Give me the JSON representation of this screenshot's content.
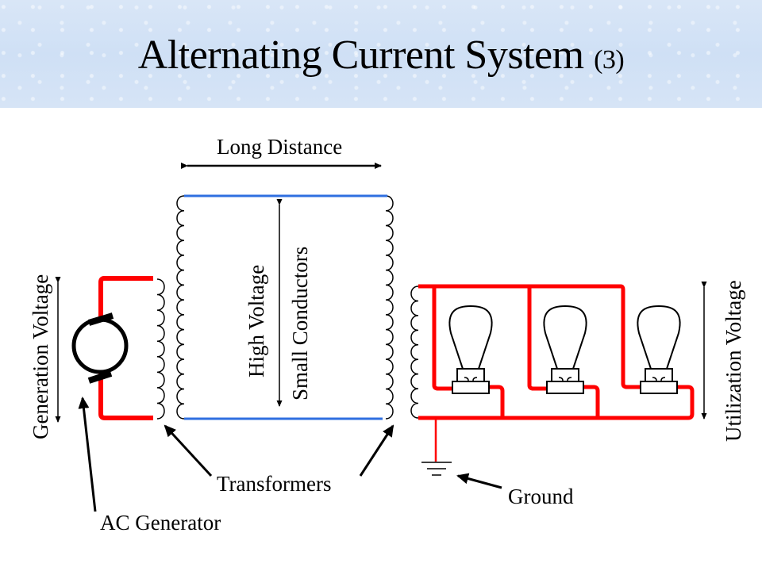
{
  "title": {
    "main": "Alternating Current System",
    "number": "(3)"
  },
  "labels": {
    "long_distance": "Long Distance",
    "high_voltage": "High Voltage",
    "small_conductors": "Small Conductors",
    "generation_voltage": "Generation Voltage",
    "utilization_voltage": "Utilization Voltage",
    "transformers": "Transformers",
    "ground": "Ground",
    "ac_generator": "AC Generator"
  },
  "components": {
    "generator": "ac-generator-symbol",
    "transformers": 2,
    "lamps": 3,
    "ground": "ground-symbol"
  },
  "colors": {
    "low_voltage_wire": "#ff0000",
    "high_voltage_wire": "#2f6fe0",
    "title_band": "#d3e2f6",
    "ink": "#000000"
  }
}
